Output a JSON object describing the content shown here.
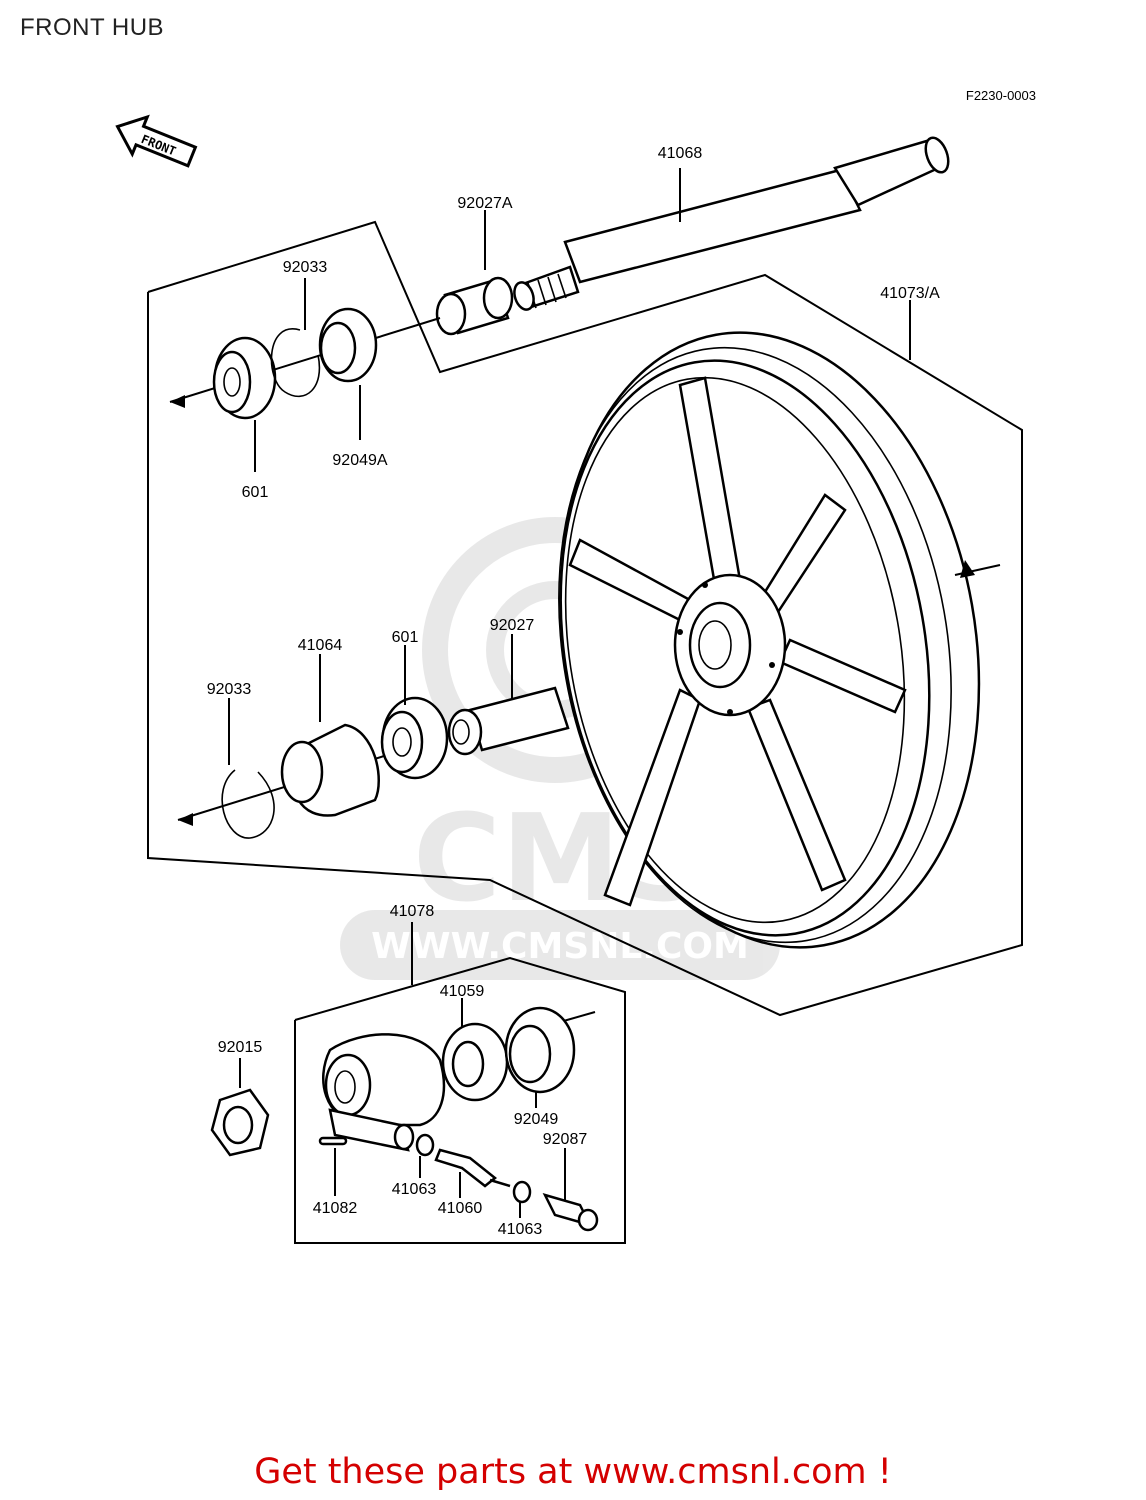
{
  "header": {
    "title": "FRONT HUB"
  },
  "diagram": {
    "ref_code": "F2230-0003",
    "front_label": "FRONT",
    "watermark": {
      "brand": "CMS",
      "url": "WWW.CMSNL.COM"
    },
    "parts": {
      "axle": "41068",
      "collar_a": "92027A",
      "wheel": "41073/A",
      "circlip_top": "92033",
      "oil_seal_a": "92049A",
      "bearing_top": "601",
      "plate": "41064",
      "bearing_mid": "601",
      "collar": "92027",
      "circlip_mid": "92033",
      "gearbox": "41078",
      "drive_gear": "41059",
      "nut": "92015",
      "oil_seal": "92049",
      "bushing": "92087",
      "washer_a": "41063",
      "pin": "41082",
      "pinion": "41060",
      "washer_b": "41063"
    }
  },
  "footer": {
    "text": "Get these parts at www.cmsnl.com !"
  }
}
